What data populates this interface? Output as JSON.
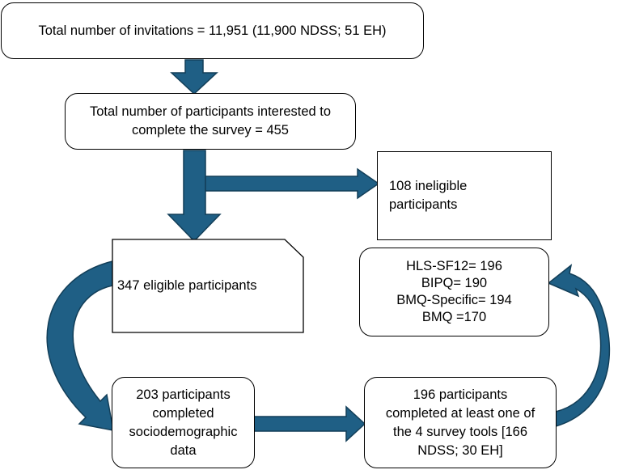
{
  "boxes": {
    "invitations": "Total number of invitations = 11,951 (11,900 NDSS; 51 EH)",
    "interested": "Total number of participants interested to\ncomplete the survey = 455",
    "ineligible": "108 ineligible\nparticipants",
    "eligible": "347 eligible participants",
    "tools": "HLS-SF12= 196\nBIPQ= 190\nBMQ-Specific= 194\nBMQ =170",
    "sociodemographic": "203 participants\ncompleted\nsociodemographic\ndata",
    "completed_tools": "196 participants\ncompleted at least one of\nthe 4 survey tools [166\nNDSS; 30 EH]"
  },
  "colors": {
    "arrow_fill": "#1f5f85",
    "arrow_stroke": "#123e58",
    "border": "#000000"
  }
}
